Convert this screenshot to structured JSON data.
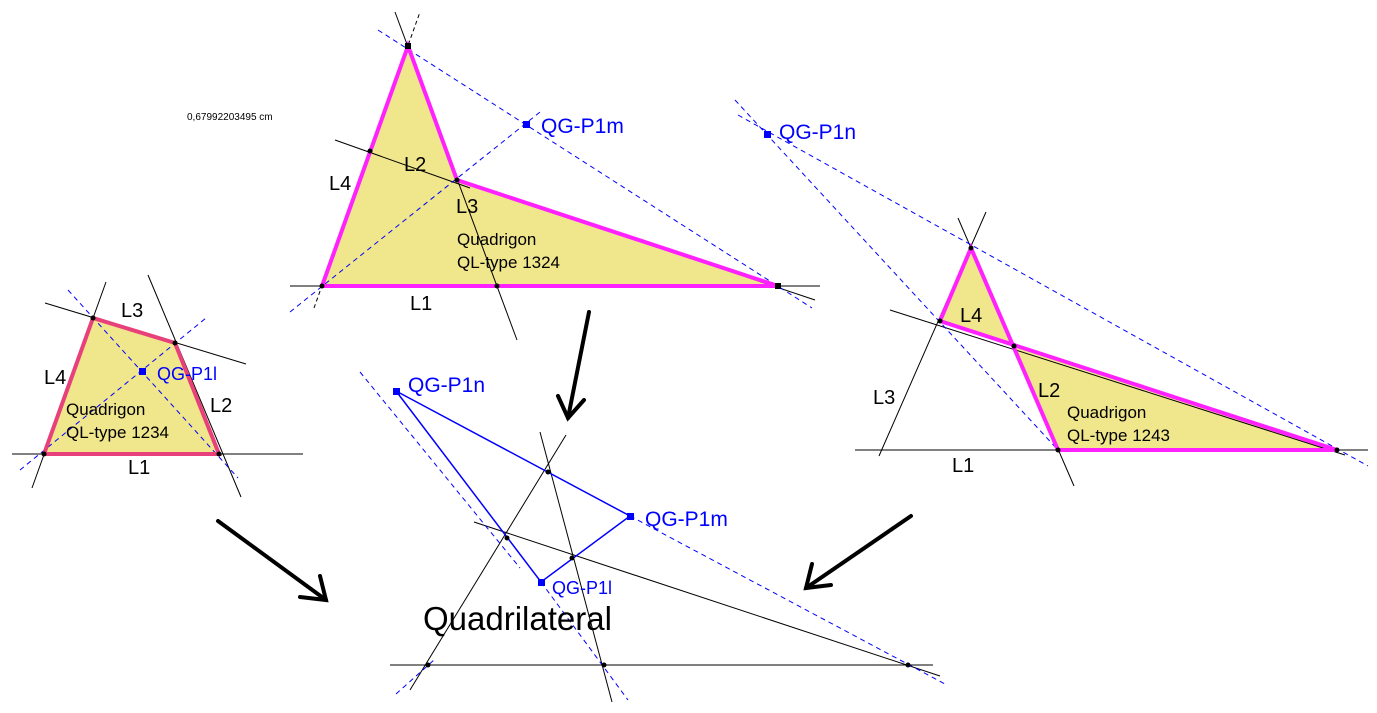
{
  "colors": {
    "fill": "#F0E68C",
    "quad_edge_1234": "#E8407A",
    "quad_edge": "#FF22FF",
    "point_blue": "#0000FF",
    "line": "#000000"
  },
  "top_quadrigon": {
    "name": "Quadrigon",
    "type": "QL-type 1324",
    "labels": {
      "l1": "L1",
      "l2": "L2",
      "l3": "L3",
      "l4": "L4"
    },
    "point": "QG-P1m",
    "mini_text": "0,67992203495 cm"
  },
  "left_quadrigon": {
    "name": "Quadrigon",
    "type": "QL-type 1234",
    "labels": {
      "l1": "L1",
      "l2": "L2",
      "l3": "L3",
      "l4": "L4"
    },
    "point": "QG-P1l"
  },
  "right_quadrigon": {
    "name": "Quadrigon",
    "type": "QL-type 1243",
    "labels": {
      "l1": "L1",
      "l2": "L2",
      "l3": "L3",
      "l4": "L4"
    },
    "point": "QG-P1n"
  },
  "quadrilateral": {
    "title": "Quadrilateral",
    "points": {
      "n": "QG-P1n",
      "m": "QG-P1m",
      "l": "QG-P1l"
    }
  }
}
